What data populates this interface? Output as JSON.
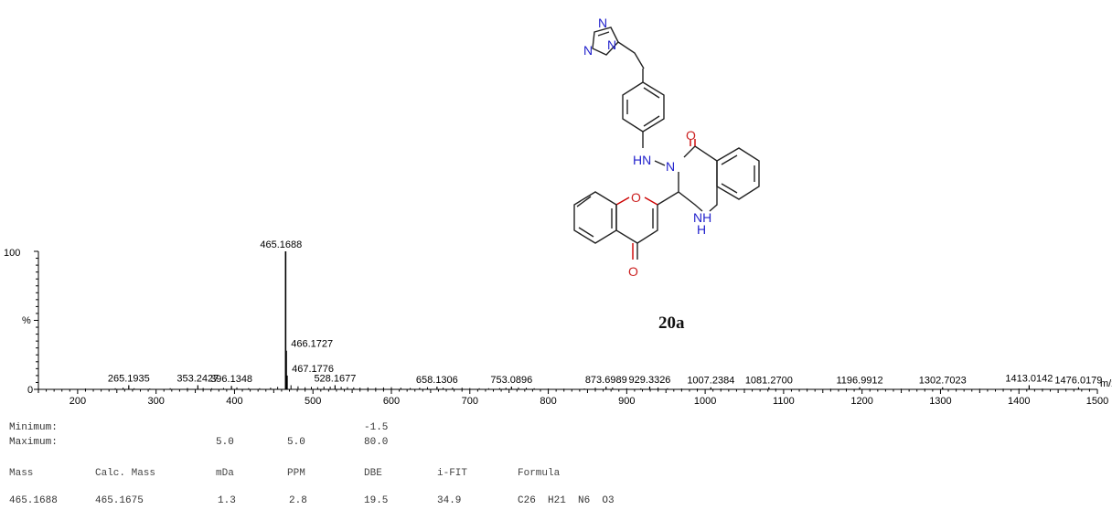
{
  "chart_data": {
    "type": "bar",
    "title": "",
    "xlabel": "m/z",
    "ylabel": "%",
    "xlim": [
      150,
      1500
    ],
    "ylim": [
      0,
      100
    ],
    "x_ticks": [
      "200",
      "300",
      "400",
      "500",
      "600",
      "700",
      "800",
      "900",
      "1000",
      "1100",
      "1200",
      "1300",
      "1400",
      "1500"
    ],
    "y_ticks": [
      "0",
      "%",
      "100"
    ],
    "peaks": [
      {
        "x": 265.1935,
        "y": 3,
        "label": "265.1935"
      },
      {
        "x": 353.2427,
        "y": 3,
        "label": "353.2427"
      },
      {
        "x": 396.1348,
        "y": 2.5,
        "label": "396.1348"
      },
      {
        "x": 465.1688,
        "y": 100,
        "label": "465.1688"
      },
      {
        "x": 466.1727,
        "y": 28,
        "label": "466.1727"
      },
      {
        "x": 467.1776,
        "y": 10,
        "label": "467.1776"
      },
      {
        "x": 528.1677,
        "y": 3,
        "label": "528.1677"
      },
      {
        "x": 658.1306,
        "y": 2,
        "label": "658.1306"
      },
      {
        "x": 753.0896,
        "y": 2,
        "label": "753.0896"
      },
      {
        "x": 873.6989,
        "y": 2,
        "label": "873.6989"
      },
      {
        "x": 929.3326,
        "y": 2,
        "label": "929.3326"
      },
      {
        "x": 1007.2384,
        "y": 1.5,
        "label": "1007.2384"
      },
      {
        "x": 1081.27,
        "y": 1.5,
        "label": "1081.2700"
      },
      {
        "x": 1196.9912,
        "y": 1.5,
        "label": "1196.9912"
      },
      {
        "x": 1302.7023,
        "y": 1.5,
        "label": "1302.7023"
      },
      {
        "x": 1413.0142,
        "y": 3,
        "label": "1413.0142"
      },
      {
        "x": 1476.0179,
        "y": 1.5,
        "label": "1476.0179"
      }
    ],
    "noise": [
      [
        210,
        0.6
      ],
      [
        248,
        0.8
      ],
      [
        258,
        1.2
      ],
      [
        272,
        0.8
      ],
      [
        292,
        0.6
      ],
      [
        318,
        0.8
      ],
      [
        340,
        1
      ],
      [
        360,
        1
      ],
      [
        371,
        0.8
      ],
      [
        386,
        1
      ],
      [
        403,
        1.4
      ],
      [
        418,
        0.9
      ],
      [
        432,
        0.8
      ],
      [
        446,
        1.2
      ],
      [
        455,
        1.8
      ],
      [
        472,
        3
      ],
      [
        481,
        2.2
      ],
      [
        490,
        1.5
      ],
      [
        498,
        1.8
      ],
      [
        506,
        1.6
      ],
      [
        514,
        2
      ],
      [
        522,
        2
      ],
      [
        536,
        1.8
      ],
      [
        544,
        1.6
      ],
      [
        552,
        1.4
      ],
      [
        560,
        1.2
      ],
      [
        570,
        1.4
      ],
      [
        580,
        1.2
      ],
      [
        590,
        1.4
      ],
      [
        600,
        1.6
      ],
      [
        612,
        1.2
      ],
      [
        624,
        1
      ],
      [
        636,
        1.2
      ],
      [
        646,
        1.6
      ],
      [
        666,
        1.2
      ],
      [
        678,
        1.4
      ],
      [
        690,
        1.2
      ],
      [
        700,
        0.9
      ],
      [
        712,
        0.8
      ],
      [
        724,
        0.8
      ],
      [
        738,
        1
      ],
      [
        746,
        1.2
      ],
      [
        762,
        1.4
      ],
      [
        772,
        1.2
      ],
      [
        782,
        0.8
      ],
      [
        800,
        0.6
      ],
      [
        820,
        0.5
      ],
      [
        846,
        0.6
      ],
      [
        860,
        1.2
      ],
      [
        882,
        1.4
      ],
      [
        900,
        0.8
      ],
      [
        918,
        0.8
      ],
      [
        940,
        1.4
      ],
      [
        952,
        0.8
      ],
      [
        970,
        0.6
      ],
      [
        990,
        0.6
      ],
      [
        1020,
        0.6
      ],
      [
        1050,
        0.5
      ],
      [
        1090,
        0.6
      ],
      [
        1130,
        0.5
      ],
      [
        1160,
        0.5
      ],
      [
        1180,
        0.6
      ],
      [
        1210,
        0.5
      ],
      [
        1250,
        0.5
      ],
      [
        1280,
        0.5
      ],
      [
        1320,
        0.5
      ],
      [
        1350,
        0.5
      ],
      [
        1380,
        0.5
      ],
      [
        1400,
        0.6
      ],
      [
        1430,
        0.5
      ],
      [
        1460,
        0.5
      ],
      [
        1490,
        0.5
      ]
    ]
  },
  "molecule": {
    "label": "20a",
    "atoms": {
      "n_triazole_top": "N",
      "n_triazole_right": "N",
      "n_triazole_left": "N",
      "hn": "HN",
      "n_ring": "N",
      "o_carbonyl": "O",
      "o_chromone_ring": "O",
      "nh": "NH",
      "nh_h": "H",
      "o_chromone_carbonyl": "O"
    }
  },
  "results_table": {
    "minimum_label": "Minimum:",
    "maximum_label": "Maximum:",
    "min_dbe": "-1.5",
    "max_mda": "5.0",
    "max_ppm": "5.0",
    "max_dbe": "80.0",
    "headers": [
      "Mass",
      "Calc. Mass",
      "mDa",
      "PPM",
      "DBE",
      "i-FIT",
      "Formula"
    ],
    "row": [
      "465.1688",
      "465.1675",
      "1.3",
      "2.8",
      "19.5",
      "34.9",
      "C26  H21  N6  O3"
    ]
  }
}
